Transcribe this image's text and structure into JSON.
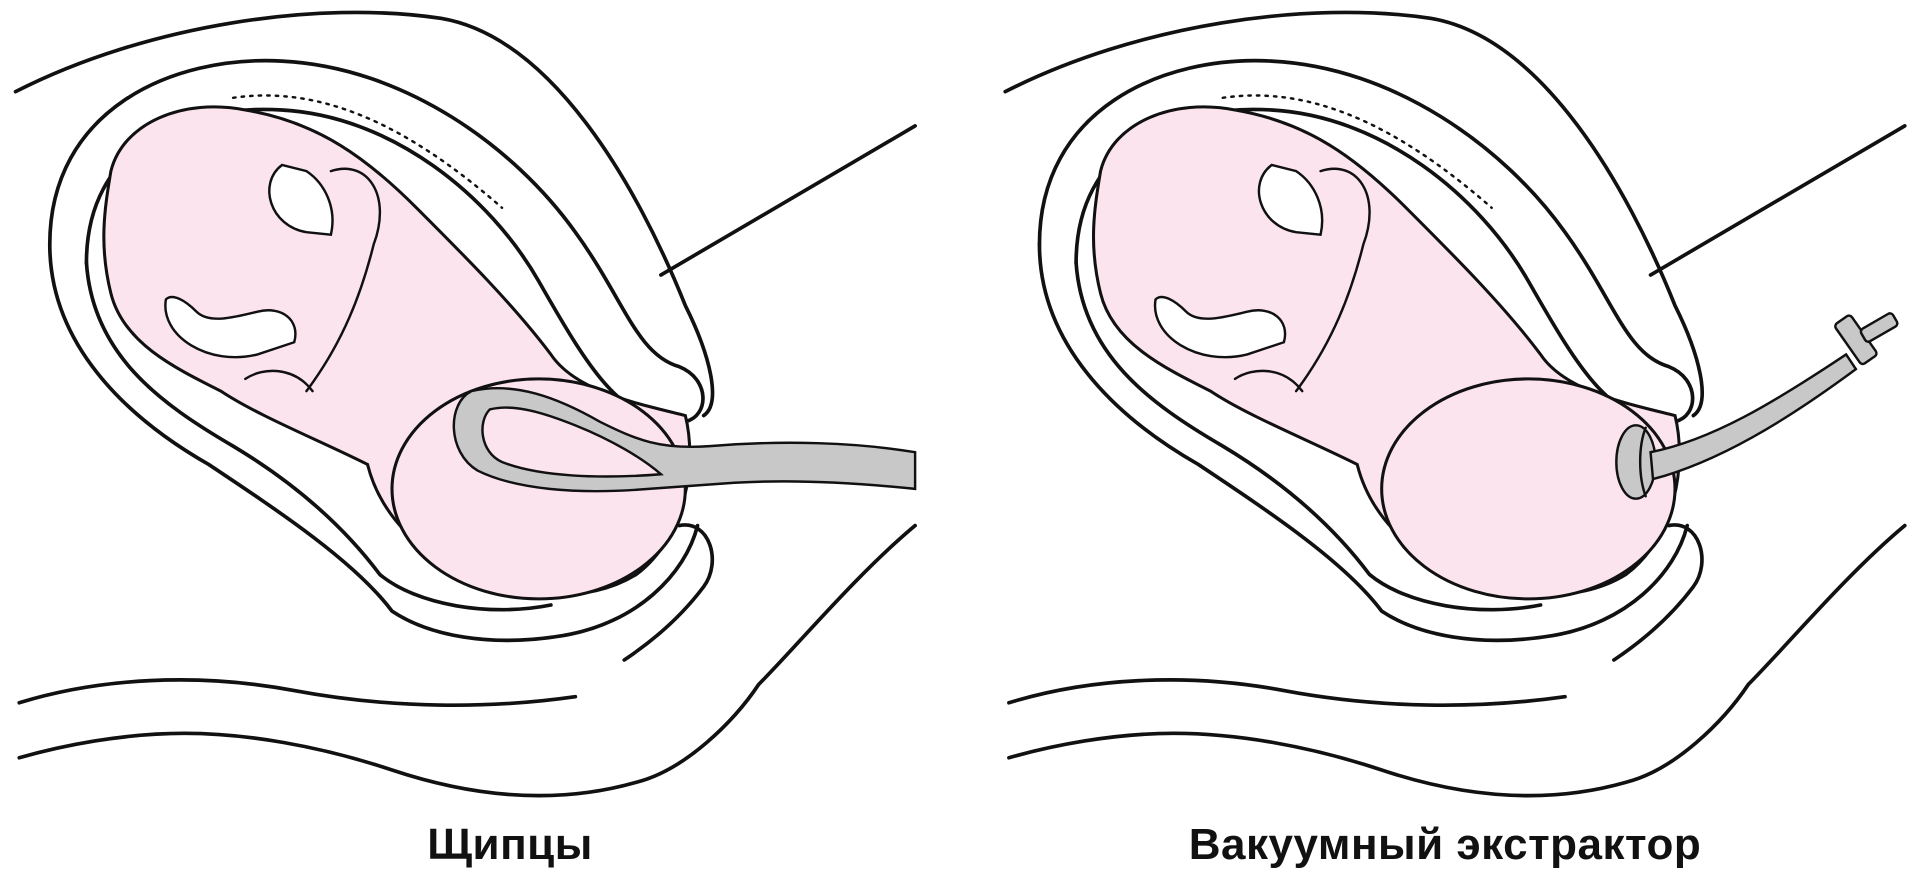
{
  "figure": {
    "colors": {
      "fetus_skin": "#fce4ee",
      "instrument": "#c8c8c8",
      "outline": "#111111",
      "background": "#ffffff"
    },
    "panels": [
      {
        "id": "forceps",
        "caption": "Щипцы",
        "instrument": "forceps"
      },
      {
        "id": "vacuum",
        "caption": "Вакуумный экстрактор",
        "instrument": "vacuum-extractor"
      }
    ]
  }
}
